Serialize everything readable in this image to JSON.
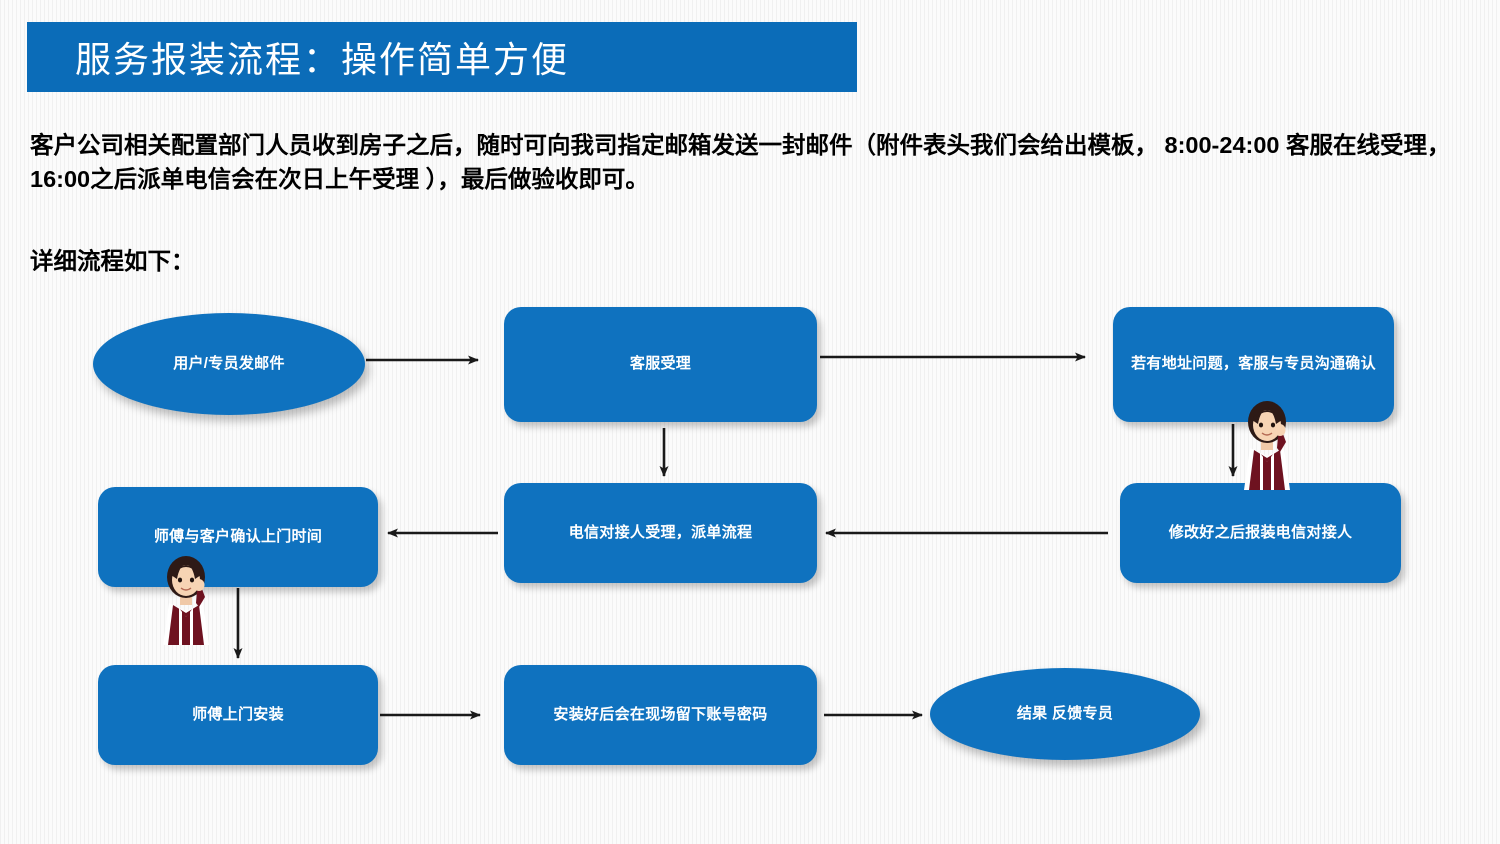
{
  "slide": {
    "title": "服务报装流程：操作简单方便",
    "intro": "客户公司相关配置部门人员收到房子之后，随时可向我司指定邮箱发送一封邮件（附件表头我们会给出模板， 8:00-24:00  客服在线受理，16:00之后派单电信会在次日上午受理 ），最后做验收即可。",
    "subhead": "详细流程如下："
  },
  "colors": {
    "accent_blue": "#0b6cb8",
    "node_blue": "#0f72bf",
    "title_text": "#ffffff",
    "body_text": "#000000",
    "arrow": "#1a1a1a",
    "background": "#f7f7f7"
  },
  "flow": {
    "nodes": [
      {
        "id": "n-user",
        "shape": "ellipse",
        "label": "用户/专员发邮件"
      },
      {
        "id": "n-kefu",
        "shape": "rect",
        "label": "客服受理"
      },
      {
        "id": "n-addr",
        "shape": "rect",
        "label": "若有地址问题，客服与专员沟通确认"
      },
      {
        "id": "n-master",
        "shape": "rect",
        "label": "师傅与客户确认上门时间"
      },
      {
        "id": "n-telecom",
        "shape": "rect",
        "label": "电信对接人受理，派单流程"
      },
      {
        "id": "n-modify",
        "shape": "rect",
        "label": "修改好之后报装电信对接人"
      },
      {
        "id": "n-install",
        "shape": "rect",
        "label": "师傅上门安装"
      },
      {
        "id": "n-account",
        "shape": "rect",
        "label": "安装好后会在现场留下账号密码"
      },
      {
        "id": "n-result",
        "shape": "ellipse",
        "label": "结果 反馈专员"
      }
    ],
    "edges": [
      {
        "from": "n-user",
        "to": "n-kefu",
        "direction": "right"
      },
      {
        "from": "n-kefu",
        "to": "n-addr",
        "direction": "right"
      },
      {
        "from": "n-addr",
        "to": "n-modify",
        "direction": "down"
      },
      {
        "from": "n-kefu",
        "to": "n-telecom",
        "direction": "down"
      },
      {
        "from": "n-modify",
        "to": "n-telecom",
        "direction": "left"
      },
      {
        "from": "n-telecom",
        "to": "n-master",
        "direction": "left"
      },
      {
        "from": "n-master",
        "to": "n-install",
        "direction": "down"
      },
      {
        "from": "n-install",
        "to": "n-account",
        "direction": "right"
      },
      {
        "from": "n-account",
        "to": "n-result",
        "direction": "right"
      }
    ],
    "avatars": [
      {
        "id": "av-addr",
        "name": "customer-service-agent"
      },
      {
        "id": "av-master",
        "name": "customer-service-agent"
      }
    ]
  }
}
